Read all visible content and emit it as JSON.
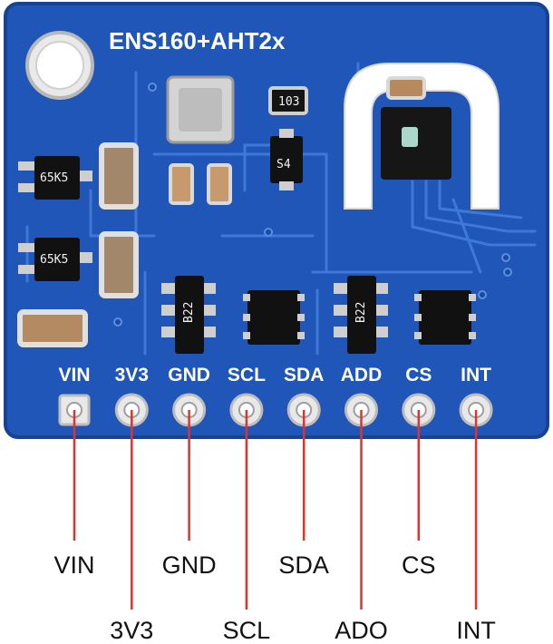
{
  "board": {
    "title": "ENS160+AHT2x",
    "pcb_color": "#1f56b8",
    "trace_color": "#3f78d6",
    "pins": [
      {
        "silk": "VIN",
        "label": "VIN"
      },
      {
        "silk": "3V3",
        "label": "3V3"
      },
      {
        "silk": "GND",
        "label": "GND"
      },
      {
        "silk": "SCL",
        "label": "SCL"
      },
      {
        "silk": "SDA",
        "label": "SDA"
      },
      {
        "silk": "ADD",
        "label": "ADO"
      },
      {
        "silk": "CS",
        "label": "CS"
      },
      {
        "silk": "INT",
        "label": "INT"
      }
    ],
    "callout_color": "#e0332c"
  },
  "components": {
    "chip_left": "B22",
    "chip_right": "B22",
    "resistor": "103",
    "diode": "S4",
    "transistor_top": "65K5",
    "transistor_bottom": "65K5"
  }
}
